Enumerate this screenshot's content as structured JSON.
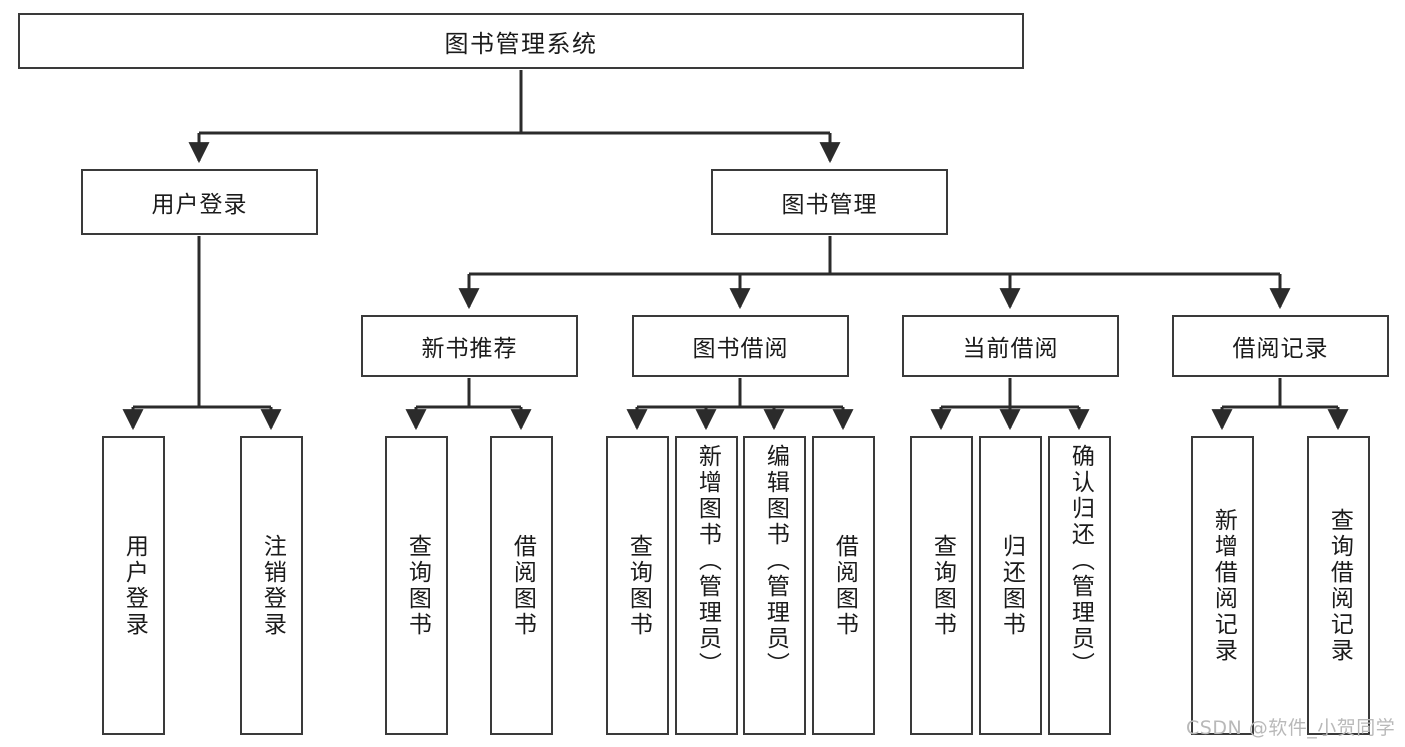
{
  "title": "图书管理系统",
  "theme": {
    "box_border": "#3a3a3a",
    "box_fill": "#ffffff",
    "line": "#2b2b2b",
    "text": "#1b1b1b",
    "watermark": "#b9b9b9",
    "background": "#ffffff"
  },
  "watermark": "CSDN @软件_小贺同学",
  "diagram": {
    "type": "tree",
    "root": {
      "label": "图书管理系统"
    },
    "level2": [
      {
        "label": "用户登录"
      },
      {
        "label": "图书管理"
      }
    ],
    "level3": [
      {
        "label": "新书推荐"
      },
      {
        "label": "图书借阅"
      },
      {
        "label": "当前借阅"
      },
      {
        "label": "借阅记录"
      }
    ],
    "leaves": {
      "user_login": [
        {
          "label": "用户登录",
          "align": "center"
        },
        {
          "label": "注销登录",
          "align": "center"
        }
      ],
      "new_book": [
        {
          "label": "查询图书",
          "align": "center"
        },
        {
          "label": "借阅图书",
          "align": "center"
        }
      ],
      "borrow_book": [
        {
          "label": "查询图书",
          "align": "center"
        },
        {
          "label": "新增图书（管理员）",
          "align": "top"
        },
        {
          "label": "编辑图书（管理员）",
          "align": "top"
        },
        {
          "label": "借阅图书",
          "align": "center"
        }
      ],
      "current_borrow": [
        {
          "label": "查询图书",
          "align": "center"
        },
        {
          "label": "归还图书",
          "align": "center"
        },
        {
          "label": "确认归还（管理员）",
          "align": "top"
        }
      ],
      "borrow_record": [
        {
          "label": "新增借阅记录",
          "align": "center"
        },
        {
          "label": "查询借阅记录",
          "align": "center"
        }
      ]
    }
  }
}
